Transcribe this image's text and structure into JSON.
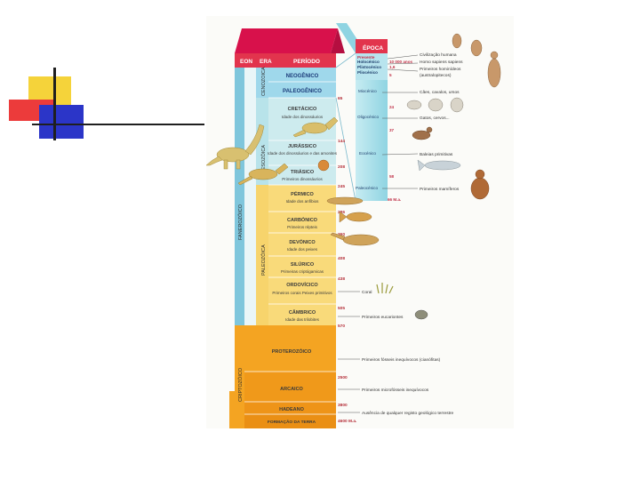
{
  "slide": {
    "accent_colors": {
      "yellow": "#f5d33a",
      "red": "#ec3b3b",
      "blue": "#2b35c8",
      "line": "#1f1f1f"
    }
  },
  "table": {
    "header": {
      "eon": "EON",
      "era": "ERA",
      "period": "PERÍODO",
      "epoch": "ÉPOCA"
    },
    "eon_labels": [
      "FANEROZÓICO",
      "CRIPTOZÓICO"
    ],
    "era_labels": [
      "CENOZOICA",
      "MESOZÓICA",
      "PALEOZÓICA"
    ],
    "cenozoic_periods": [
      "NEOGÊNICO",
      "PALEOGÊNICO"
    ],
    "periods": [
      {
        "name": "CRETÁCICO",
        "note": "Idade dos dinossáurios"
      },
      {
        "name": "JURÁSSICO",
        "note": "Idade dos dinossáurios e das amonites"
      },
      {
        "name": "TRIÁSICO",
        "note": "Primeiros dinossáurios"
      },
      {
        "name": "PÉRMICO",
        "note": "Idade dos anfíbios"
      },
      {
        "name": "CARBÓNICO",
        "note": "Primeiros répteis"
      },
      {
        "name": "DEVÓNICO",
        "note": "Idade dos peixes"
      },
      {
        "name": "SILÚRICO",
        "note": "Primeiras criptógamicas"
      },
      {
        "name": "ORDOVÍCICO",
        "note": "Primeiros corais Peixes primitivos"
      },
      {
        "name": "CÂMBRICO",
        "note": "Idade das trilobites"
      }
    ],
    "precambrian": [
      "PROTEROZÓICO",
      "ARCAICO",
      "HADEANO",
      "FORMAÇÃO DA TERRA"
    ],
    "ages": [
      "65",
      "144",
      "208",
      "245",
      "286",
      "360",
      "408",
      "438",
      "505",
      "570",
      "2500",
      "3800",
      "4600 M.a."
    ],
    "epochs": {
      "present": "Presente",
      "k10": "10 000 anos",
      "ma16": "1,6",
      "holo": "Holocénico",
      "plis": "Plistocénico",
      "plio": "Pliocénico",
      "n5": "5",
      "mio": "Miocénico",
      "n24": "24",
      "oli": "Oligocénico",
      "n37": "37",
      "eoc": "Eocénico",
      "n58": "58",
      "pal": "Paleocénico",
      "n66": "66 M.a."
    },
    "events": [
      "Civilização humana",
      "Homo sapiens sapiens",
      "Primeiros hominídeos",
      "(australopitecos)",
      "Cães, cavalos, ursos",
      "Gatos, cervos...",
      "Baleias primitivas",
      "Primeiros mamíferos",
      "Coral",
      "Primeiros eucariontes",
      "Primeiros fósseis inequívocos (cianófitas)",
      "Primeiros microfósseis inequívocos",
      "Ausência de qualquer registo geológico terrestre"
    ]
  }
}
